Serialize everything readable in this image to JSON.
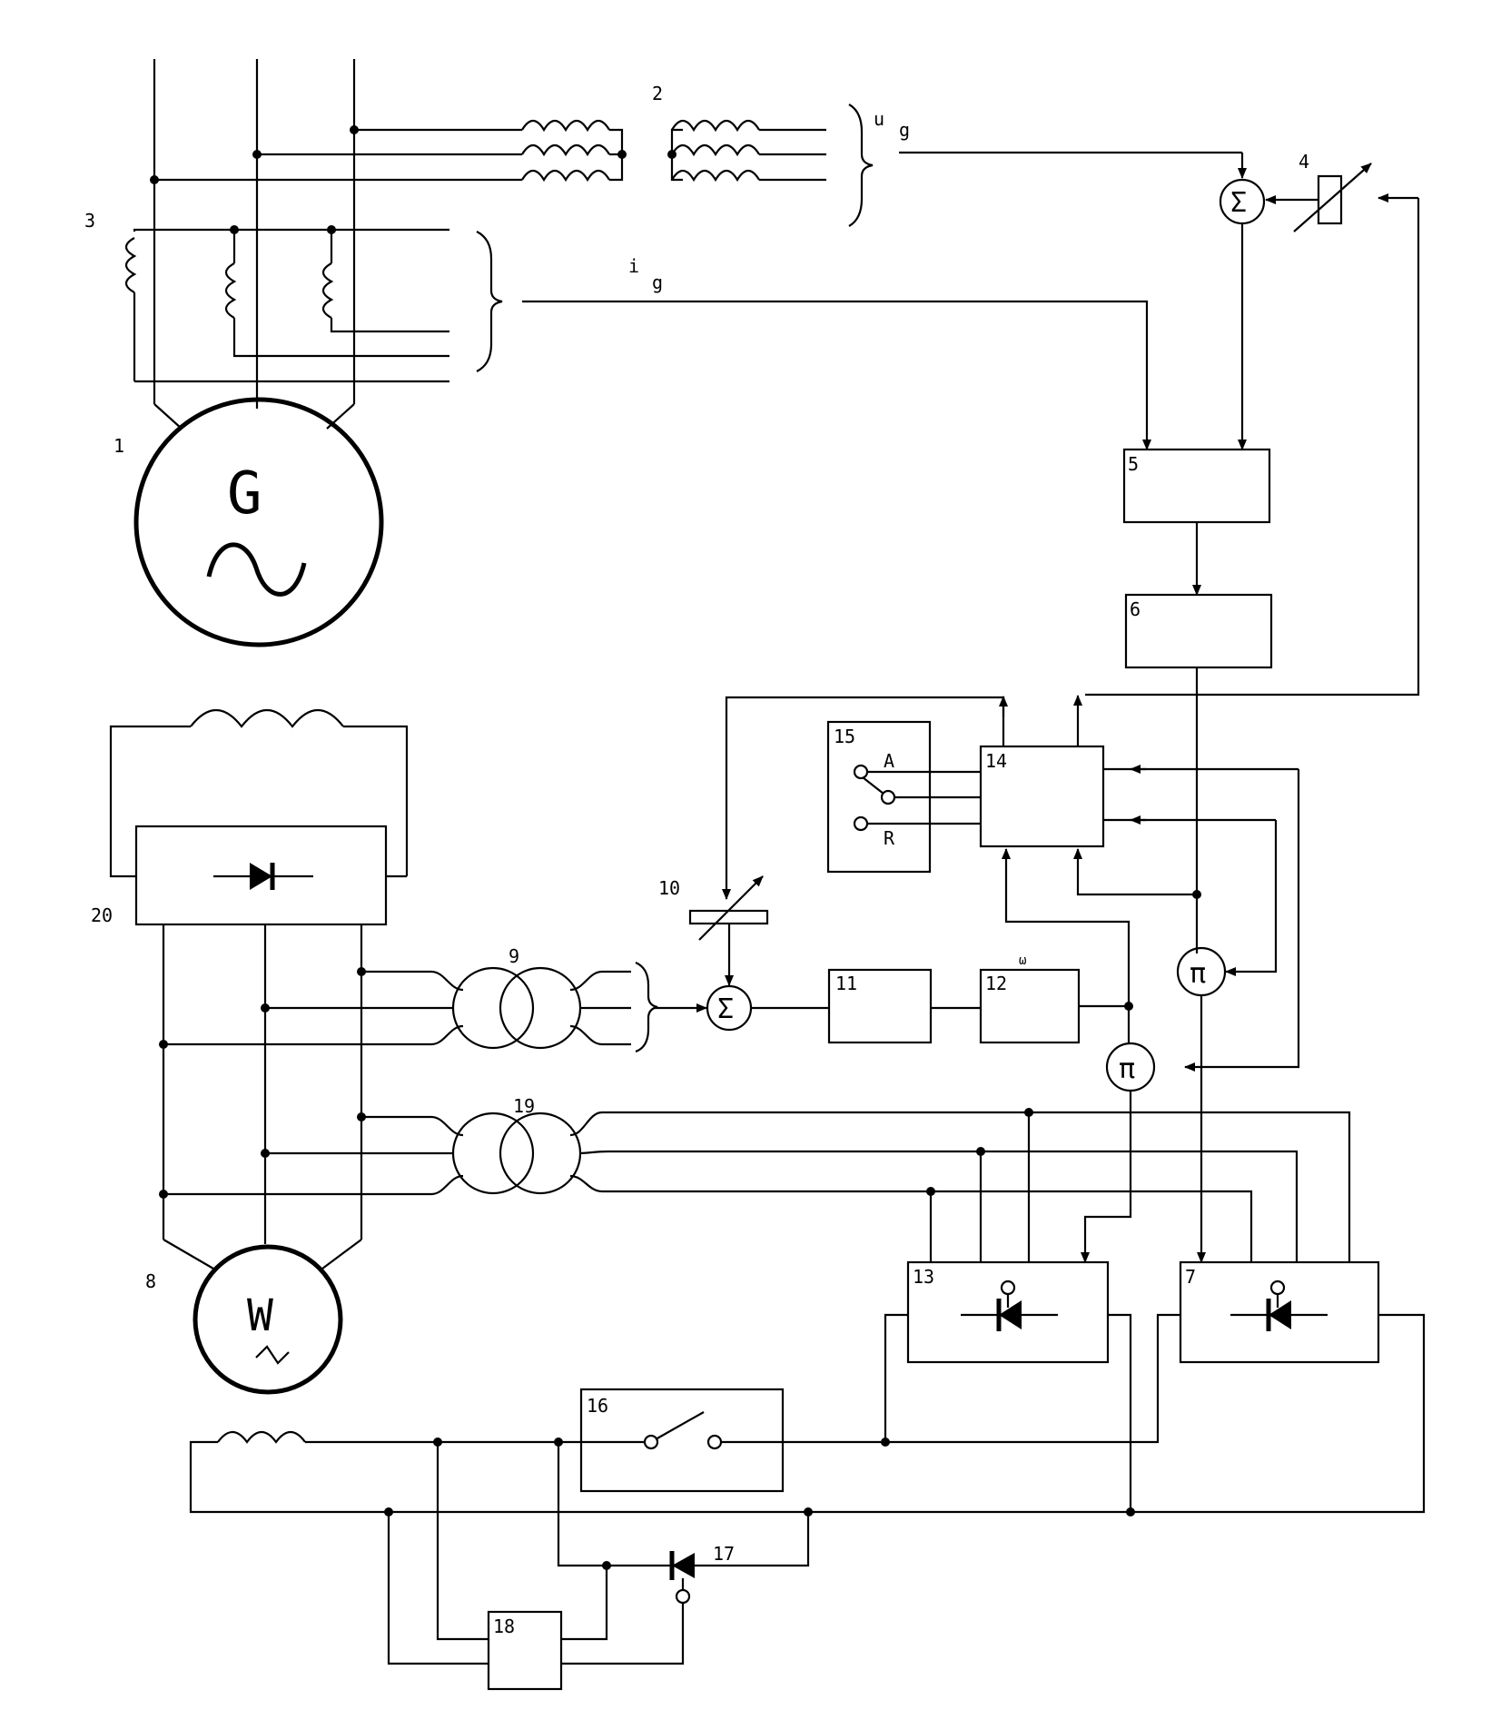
{
  "labels": {
    "n1": "1",
    "n2": "2",
    "n3": "3",
    "n4": "4",
    "n5": "5",
    "n6": "6",
    "n7": "7",
    "n8": "8",
    "n9": "9",
    "n10": "10",
    "n11": "11",
    "n12": "12",
    "n13": "13",
    "n14": "14",
    "n15": "15",
    "n16": "16",
    "n17": "17",
    "n18": "18",
    "n19": "19",
    "n20": "20",
    "ug_u": "u",
    "ug_g": "g",
    "ig_i": "i",
    "ig_g": "g",
    "omega": "ω",
    "gen_letter": "G",
    "motor_letter": "W",
    "switch_a": "A",
    "switch_r": "R",
    "sum_symbol": "Σ",
    "pi_symbol": "π"
  }
}
